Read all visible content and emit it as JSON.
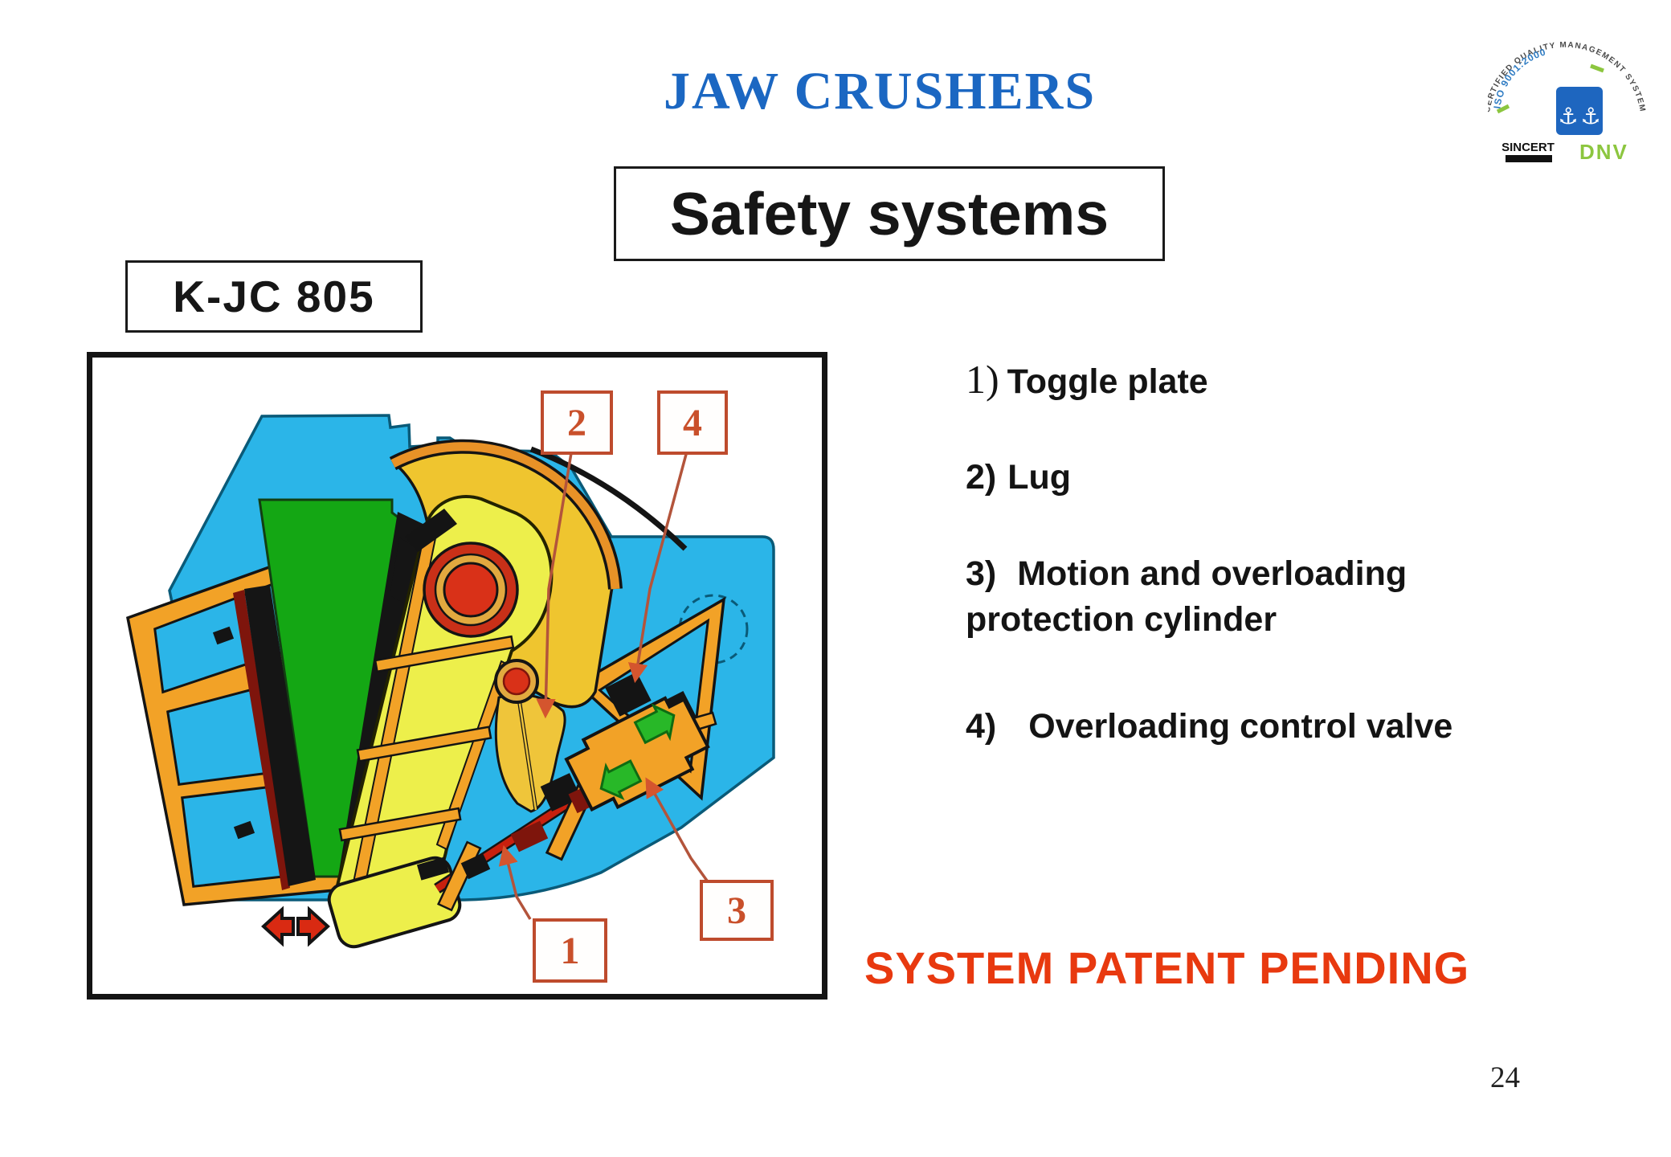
{
  "slide": {
    "title": "JAW CRUSHERS",
    "subtitle": "Safety systems",
    "model": "K-JC 805",
    "patent_note": "SYSTEM PATENT PENDING",
    "page_number": "24"
  },
  "legend": {
    "items": [
      {
        "num": "1)",
        "text": "Toggle plate"
      },
      {
        "num": "2)",
        "text": "Lug"
      },
      {
        "num": "3)",
        "text": "Motion and overloading protection cylinder"
      },
      {
        "num": "4)",
        "text": "Overloading control valve"
      }
    ]
  },
  "diagram": {
    "description": "Cross-section of K-JC 805 jaw crusher safety system",
    "callouts": [
      {
        "label": "1"
      },
      {
        "label": "2"
      },
      {
        "label": "3"
      },
      {
        "label": "4"
      }
    ]
  },
  "logo": {
    "arc_text": "CERTIFIED QUALITY MANAGEMENT SYSTEM",
    "iso_text": "ISO 9001:2000",
    "sincert": "SINCERT",
    "dnv": "DNV",
    "anchor_icon": "⚓"
  },
  "colors": {
    "title_blue": "#1B67C2",
    "patent_red": "#E8390F",
    "callout_red": "#C44E2B",
    "body_cyan": "#2BB5E8",
    "crusher_green": "#14A714",
    "pitman_yellow": "#EDEF4B",
    "flywheel_gold": "#EFC52F",
    "frame_orange": "#F2A227",
    "bearing_red": "#D93118",
    "maroon": "#7E150C"
  }
}
